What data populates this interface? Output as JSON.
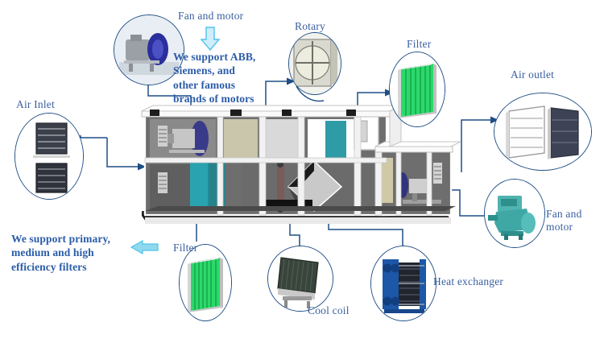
{
  "diagram": {
    "title": "Air Handling Unit (AHU) component callout diagram",
    "accent_color": "#3a5f9e",
    "promo_color": "#2b5ca8",
    "line_color": "#1f4e86",
    "arrow_color": "#4fc3e8"
  },
  "labels": {
    "fan_and_motor_top": "Fan and motor",
    "rotary": "Rotary",
    "filter_top": "Filter",
    "air_outlet": "Air outlet",
    "air_inlet": "Air Inlet",
    "filter_bottom": "Filter",
    "cool_coil": "Cool coil",
    "heat_exchanger": "Heat exchanger",
    "fan_and_motor_right": "Fan and\nmotor"
  },
  "promos": {
    "motors": "We support ABB,\nSiemens, and\nother famous\nbrands of motors",
    "filters": "We support primary,\nmedium and high\nefficiency filters"
  },
  "callouts": [
    {
      "name": "fan-motor-photo",
      "label": "Fan and motor"
    },
    {
      "name": "rotary-wheel-photo",
      "label": "Rotary"
    },
    {
      "name": "panel-filter-photo-top",
      "label": "Filter"
    },
    {
      "name": "air-outlet-louver-photo",
      "label": "Air outlet"
    },
    {
      "name": "air-inlet-louver-photo",
      "label": "Air Inlet"
    },
    {
      "name": "panel-filter-photo-bottom",
      "label": "Filter"
    },
    {
      "name": "cool-coil-photo",
      "label": "Cool coil"
    },
    {
      "name": "plate-heat-exchanger-photo",
      "label": "Heat exchanger"
    },
    {
      "name": "motor-photo-right",
      "label": "Fan and motor"
    }
  ]
}
